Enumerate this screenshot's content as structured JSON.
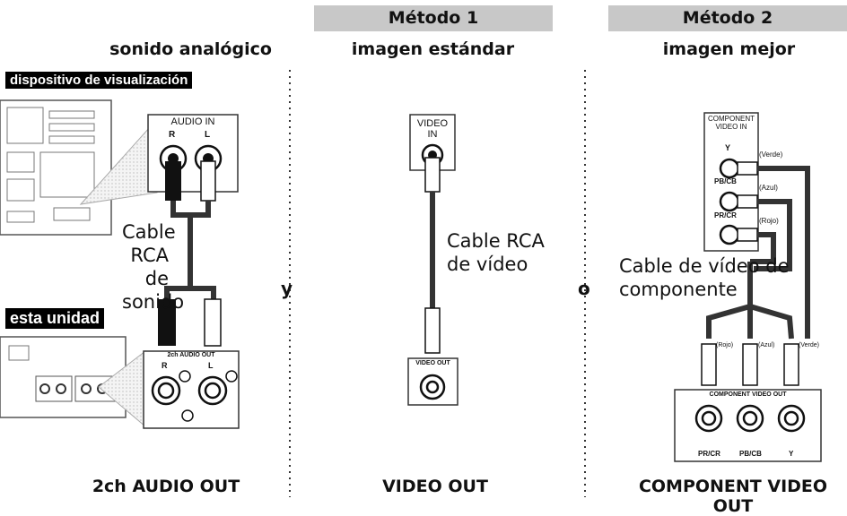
{
  "headers": {
    "method1": "Método 1",
    "method2": "Método 2"
  },
  "subtitles": {
    "sound": "sonido analógico",
    "standard": "imagen estándar",
    "better": "imagen mejor"
  },
  "tags": {
    "display_device": "dispositivo de visualización",
    "this_unit": "esta unidad"
  },
  "audio": {
    "jack_title": "AUDIO IN",
    "r": "R",
    "l": "L",
    "cable_label": [
      "Cable",
      "RCA de",
      "sonido"
    ],
    "out_title": "2ch AUDIO OUT",
    "out_r": "R",
    "out_l": "L"
  },
  "video": {
    "in_label": [
      "VIDEO",
      "IN"
    ],
    "cable_label": [
      "Cable RCA",
      "de vídeo"
    ],
    "out_title": "VIDEO OUT"
  },
  "component": {
    "in_label": [
      "COMPONENT",
      "VIDEO IN"
    ],
    "y": "Y",
    "pb": "PB/CB",
    "pr": "PR/CR",
    "green": "(Verde)",
    "blue": "(Azul)",
    "red": "(Rojo)",
    "cable_label": [
      "Cable de vídeo de",
      "componente"
    ],
    "out_title": "COMPONENT VIDEO OUT",
    "bottom_labels": [
      "PR/CR",
      "PB/CB",
      "Y"
    ]
  },
  "conjunctions": {
    "and": "y",
    "or": "o"
  },
  "footer": {
    "audio": "2ch AUDIO OUT",
    "video": "VIDEO OUT",
    "component": "COMPONENT VIDEO OUT"
  }
}
